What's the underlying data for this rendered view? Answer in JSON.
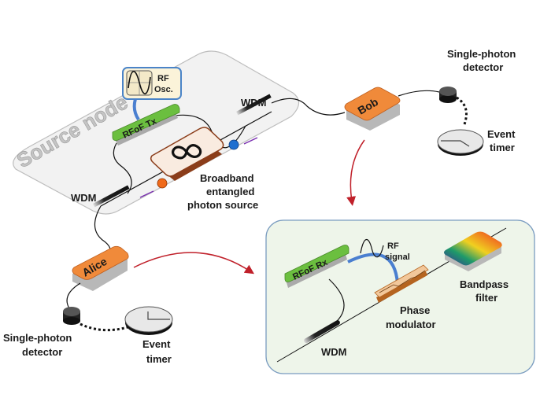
{
  "source_node": {
    "title": "Source node",
    "rf_osc": {
      "line1": "RF",
      "line2": "Osc."
    },
    "rfof_tx": "RFoF Tx",
    "wdm_top": "WDM",
    "wdm_bottom": "WDM",
    "source_label": {
      "line1": "Broadband",
      "line2": "entangled",
      "line3": "photon source"
    }
  },
  "bob": {
    "label": "Bob",
    "detector": {
      "line1": "Single-photon",
      "line2": "detector"
    },
    "timer": {
      "line1": "Event",
      "line2": "timer"
    }
  },
  "alice": {
    "label": "Alice",
    "detector": {
      "line1": "Single-photon",
      "line2": "detector"
    },
    "timer": {
      "line1": "Event",
      "line2": "timer"
    }
  },
  "receiver_detail": {
    "rfof_rx": "RFoF Rx",
    "rf_signal": {
      "line1": "RF",
      "line2": "signal"
    },
    "phase_modulator": {
      "line1": "Phase",
      "line2": "modulator"
    },
    "bandpass_filter": {
      "line1": "Bandpass",
      "line2": "filter"
    },
    "wdm": "WDM"
  },
  "colors": {
    "node_box": "#f2f2f2",
    "detail_box": "#eef5ea",
    "detail_border": "#7a9cc0",
    "orange": "#f08a3a",
    "green": "#6bbf3f",
    "arrow_red": "#c0202a",
    "rf_cable": "#4a7fd0"
  }
}
